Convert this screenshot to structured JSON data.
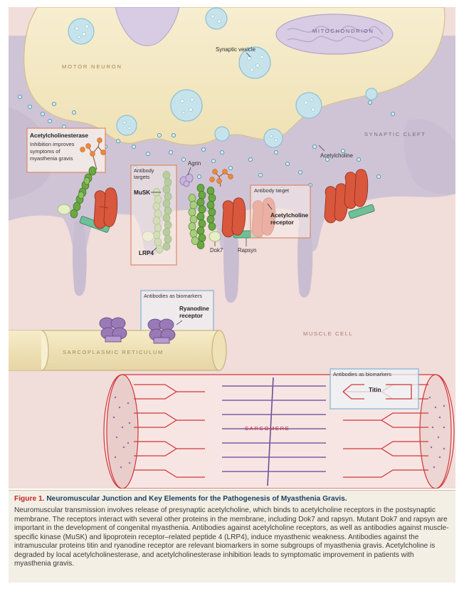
{
  "labels": {
    "motor_neuron": "MOTOR NEURON",
    "mitochondrion": "MITOCHONDRION",
    "synaptic_vesicle": "Synaptic vesicle",
    "synaptic_cleft": "SYNAPTIC CLEFT",
    "acetylcholine": "Acetylcholine",
    "agrin": "Agrin",
    "musk": "MuSK",
    "lrp4": "LRP4",
    "dok7": "Dok7",
    "rapsyn": "Rapsyn",
    "muscle_cell": "MUSCLE CELL",
    "sarcoplasmic_reticulum": "SARCOPLASMIC RETICULUM",
    "sarcomere": "SARCOMERE"
  },
  "boxes": {
    "acetylcholinesterase": {
      "title": "Acetylcholinesterase",
      "lines": [
        "Inhibition improves",
        "symptoms of",
        "myasthenia gravis"
      ]
    },
    "antibody_targets_left": {
      "lines": [
        "Antibody",
        "targets"
      ]
    },
    "antibody_target_right": {
      "header": "Antibody target",
      "name_lines": [
        "Acetylcholine",
        "receptor"
      ]
    },
    "ryanodine": {
      "header": "Antibodies as biomarkers",
      "name_lines": [
        "Ryanodine",
        "receptor"
      ]
    },
    "titin": {
      "header": "Antibodies as biomarkers",
      "name": "Titin"
    }
  },
  "caption": {
    "figure_label": "Figure 1.",
    "title": "Neuromuscular Junction and Key Elements for the Pathogenesis of Myasthenia Gravis.",
    "body": "Neuromuscular transmission involves release of presynaptic acetylcholine, which binds to acetylcholine receptors in the postsynaptic membrane. The receptors interact with several other proteins in the membrane, including Dok7 and rapsyn. Mutant Dok7 and rapsyn are important in the development of congenital myasthenia. Antibodies against acetylcholine receptors, as well as antibodies against muscle-specific kinase (MuSK) and lipoprotein receptor–related peptide 4 (LRP4), induce myasthenic weakness. Antibodies against the intramuscular proteins titin and ryanodine receptor are relevant biomarkers in some subgroups of myasthenia gravis. Acetylcholine is degraded by local acetylcholinesterase, and acetylcholinesterase inhibition leads to symptomatic improvement in patients with myasthenia gravis."
  },
  "colors": {
    "muscle": "#f1ddd9",
    "cleft": "#cfc4d6",
    "neuron": "#f5ebc6",
    "receptor": "#d9573c",
    "musk": "#5f9e3a",
    "ryanodine": "#9a7ab6",
    "sarcomere_line": "#d0373a",
    "box_border": "#d98a6a",
    "box_border_blue": "#7fb2d8",
    "caption_title": "#1b3f66"
  }
}
